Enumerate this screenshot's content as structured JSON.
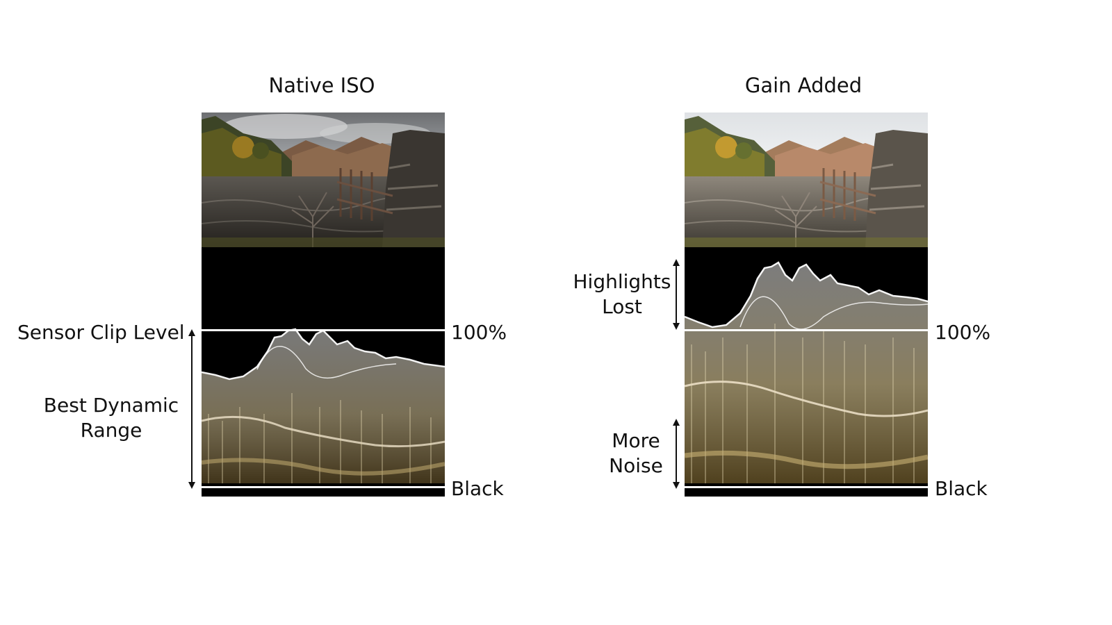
{
  "left_panel": {
    "title": "Native ISO",
    "clip_label": "Sensor Clip Level",
    "range_label_line1": "Best Dynamic",
    "range_label_line2": "Range",
    "percent_label": "100%",
    "black_label": "Black"
  },
  "right_panel": {
    "title": "Gain Added",
    "highlights_label_line1": "Highlights",
    "highlights_label_line2": "Lost",
    "noise_label_line1": "More",
    "noise_label_line2": "Noise",
    "percent_label": "100%",
    "black_label": "Black"
  }
}
